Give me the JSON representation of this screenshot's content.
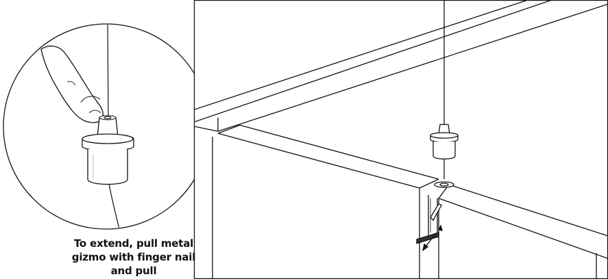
{
  "caption": {
    "line1": "To extend, pull metal",
    "line2": "gizmo with  finger nail",
    "line3": "and pull"
  },
  "colors": {
    "stroke": "#111111",
    "background": "#ffffff",
    "fill_light": "#f2f2f2"
  }
}
